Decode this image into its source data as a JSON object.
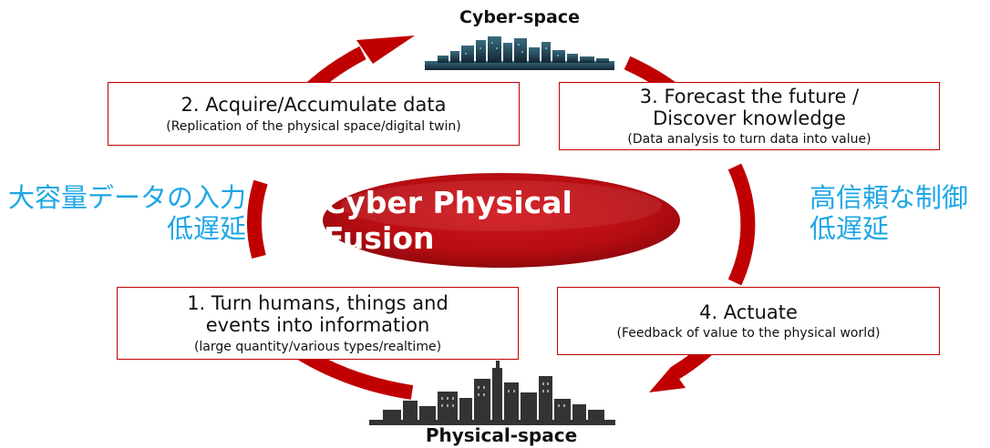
{
  "cyber_space": {
    "label": "Cyber-space"
  },
  "physical_space": {
    "label": "Physical-space"
  },
  "center": {
    "label": "Cyber Physical Fusion"
  },
  "steps": [
    {
      "title": "1. Turn humans, things and events into information",
      "subtitle": "(large quantity/various types/realtime)"
    },
    {
      "title": "2. Acquire/Accumulate data",
      "subtitle": "(Replication of the physical space/digital twin)"
    },
    {
      "title": "3. Forecast the future / Discover knowledge",
      "subtitle": "(Data analysis to turn data into value)"
    },
    {
      "title": "4. Actuate",
      "subtitle": "(Feedback of value to the physical world)"
    }
  ],
  "left_note": {
    "line1": "大容量データの入力",
    "line2": "低遅延"
  },
  "right_note": {
    "line1": "高信頼な制御",
    "line2": "低遅延"
  },
  "colors": {
    "accent_red": "#c00000",
    "note_blue": "#1ea6e6",
    "cyber_city": "#1e3f52",
    "physical_city": "#333333"
  }
}
